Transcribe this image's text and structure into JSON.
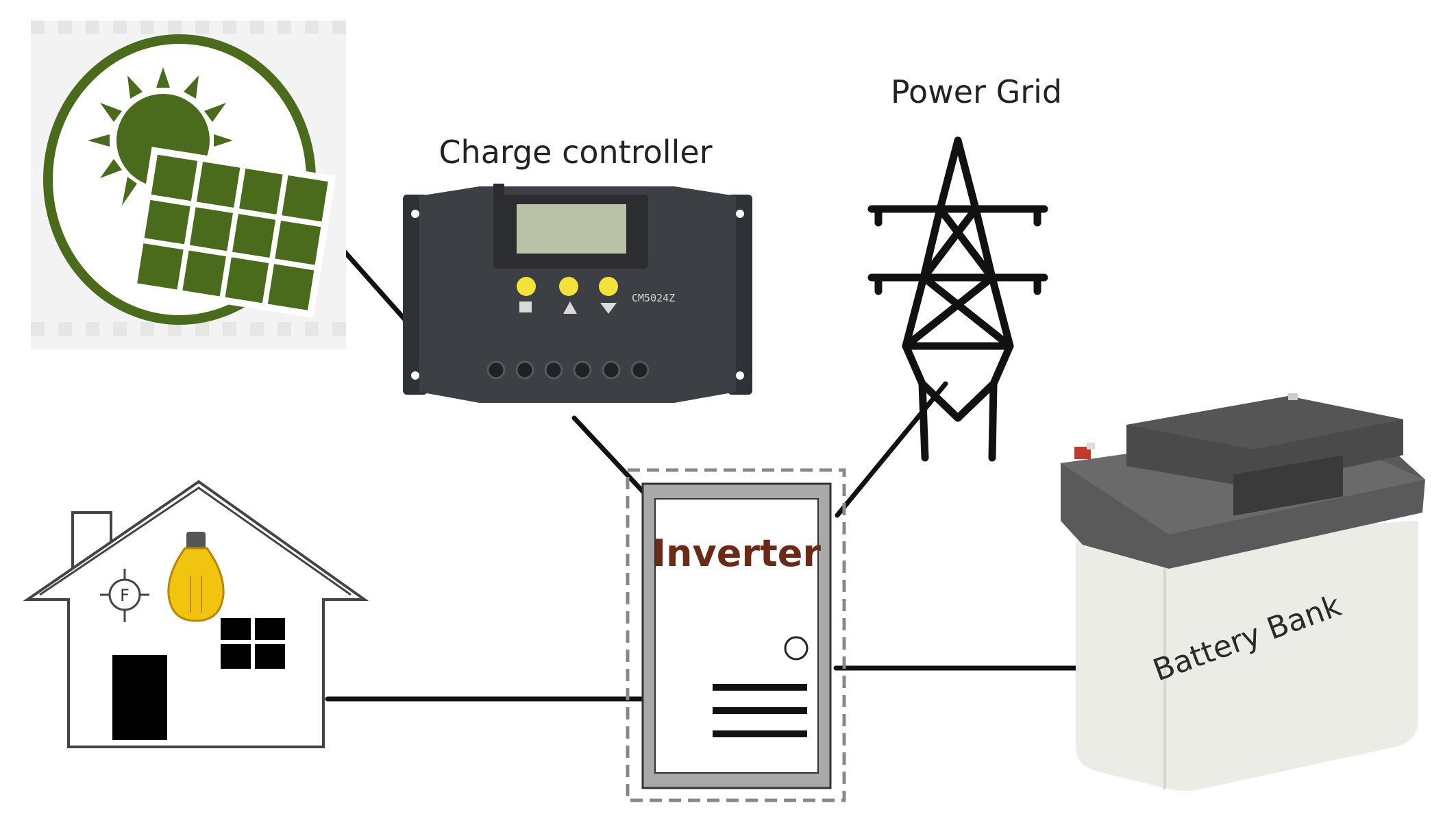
{
  "diagram": {
    "labels": {
      "charge_controller": "Charge controller",
      "power_grid": "Power Grid",
      "inverter": "Inverter",
      "battery_bank": "Battery Bank"
    },
    "controller_model_text": "CM5024Z",
    "fan_symbol": "F",
    "colors": {
      "solar_green": "#4a6b1c",
      "controller_body": "#3c3f44",
      "lcd": "#b9c2a6",
      "indicator_yellow": "#f2e23a",
      "inverter_frame": "#9a9a9a",
      "inverter_text": "#6b2a17",
      "battery_top": "#4a4a4a",
      "battery_body": "#ecece6",
      "terminal_red": "#c0392b",
      "bulb_yellow": "#f1c40f",
      "wire": "#111111"
    },
    "icons": [
      "solar-panel-sun-icon",
      "charge-controller-icon",
      "power-grid-tower-icon",
      "house-icon",
      "light-bulb-icon",
      "fan-icon",
      "inverter-icon",
      "battery-icon"
    ]
  }
}
